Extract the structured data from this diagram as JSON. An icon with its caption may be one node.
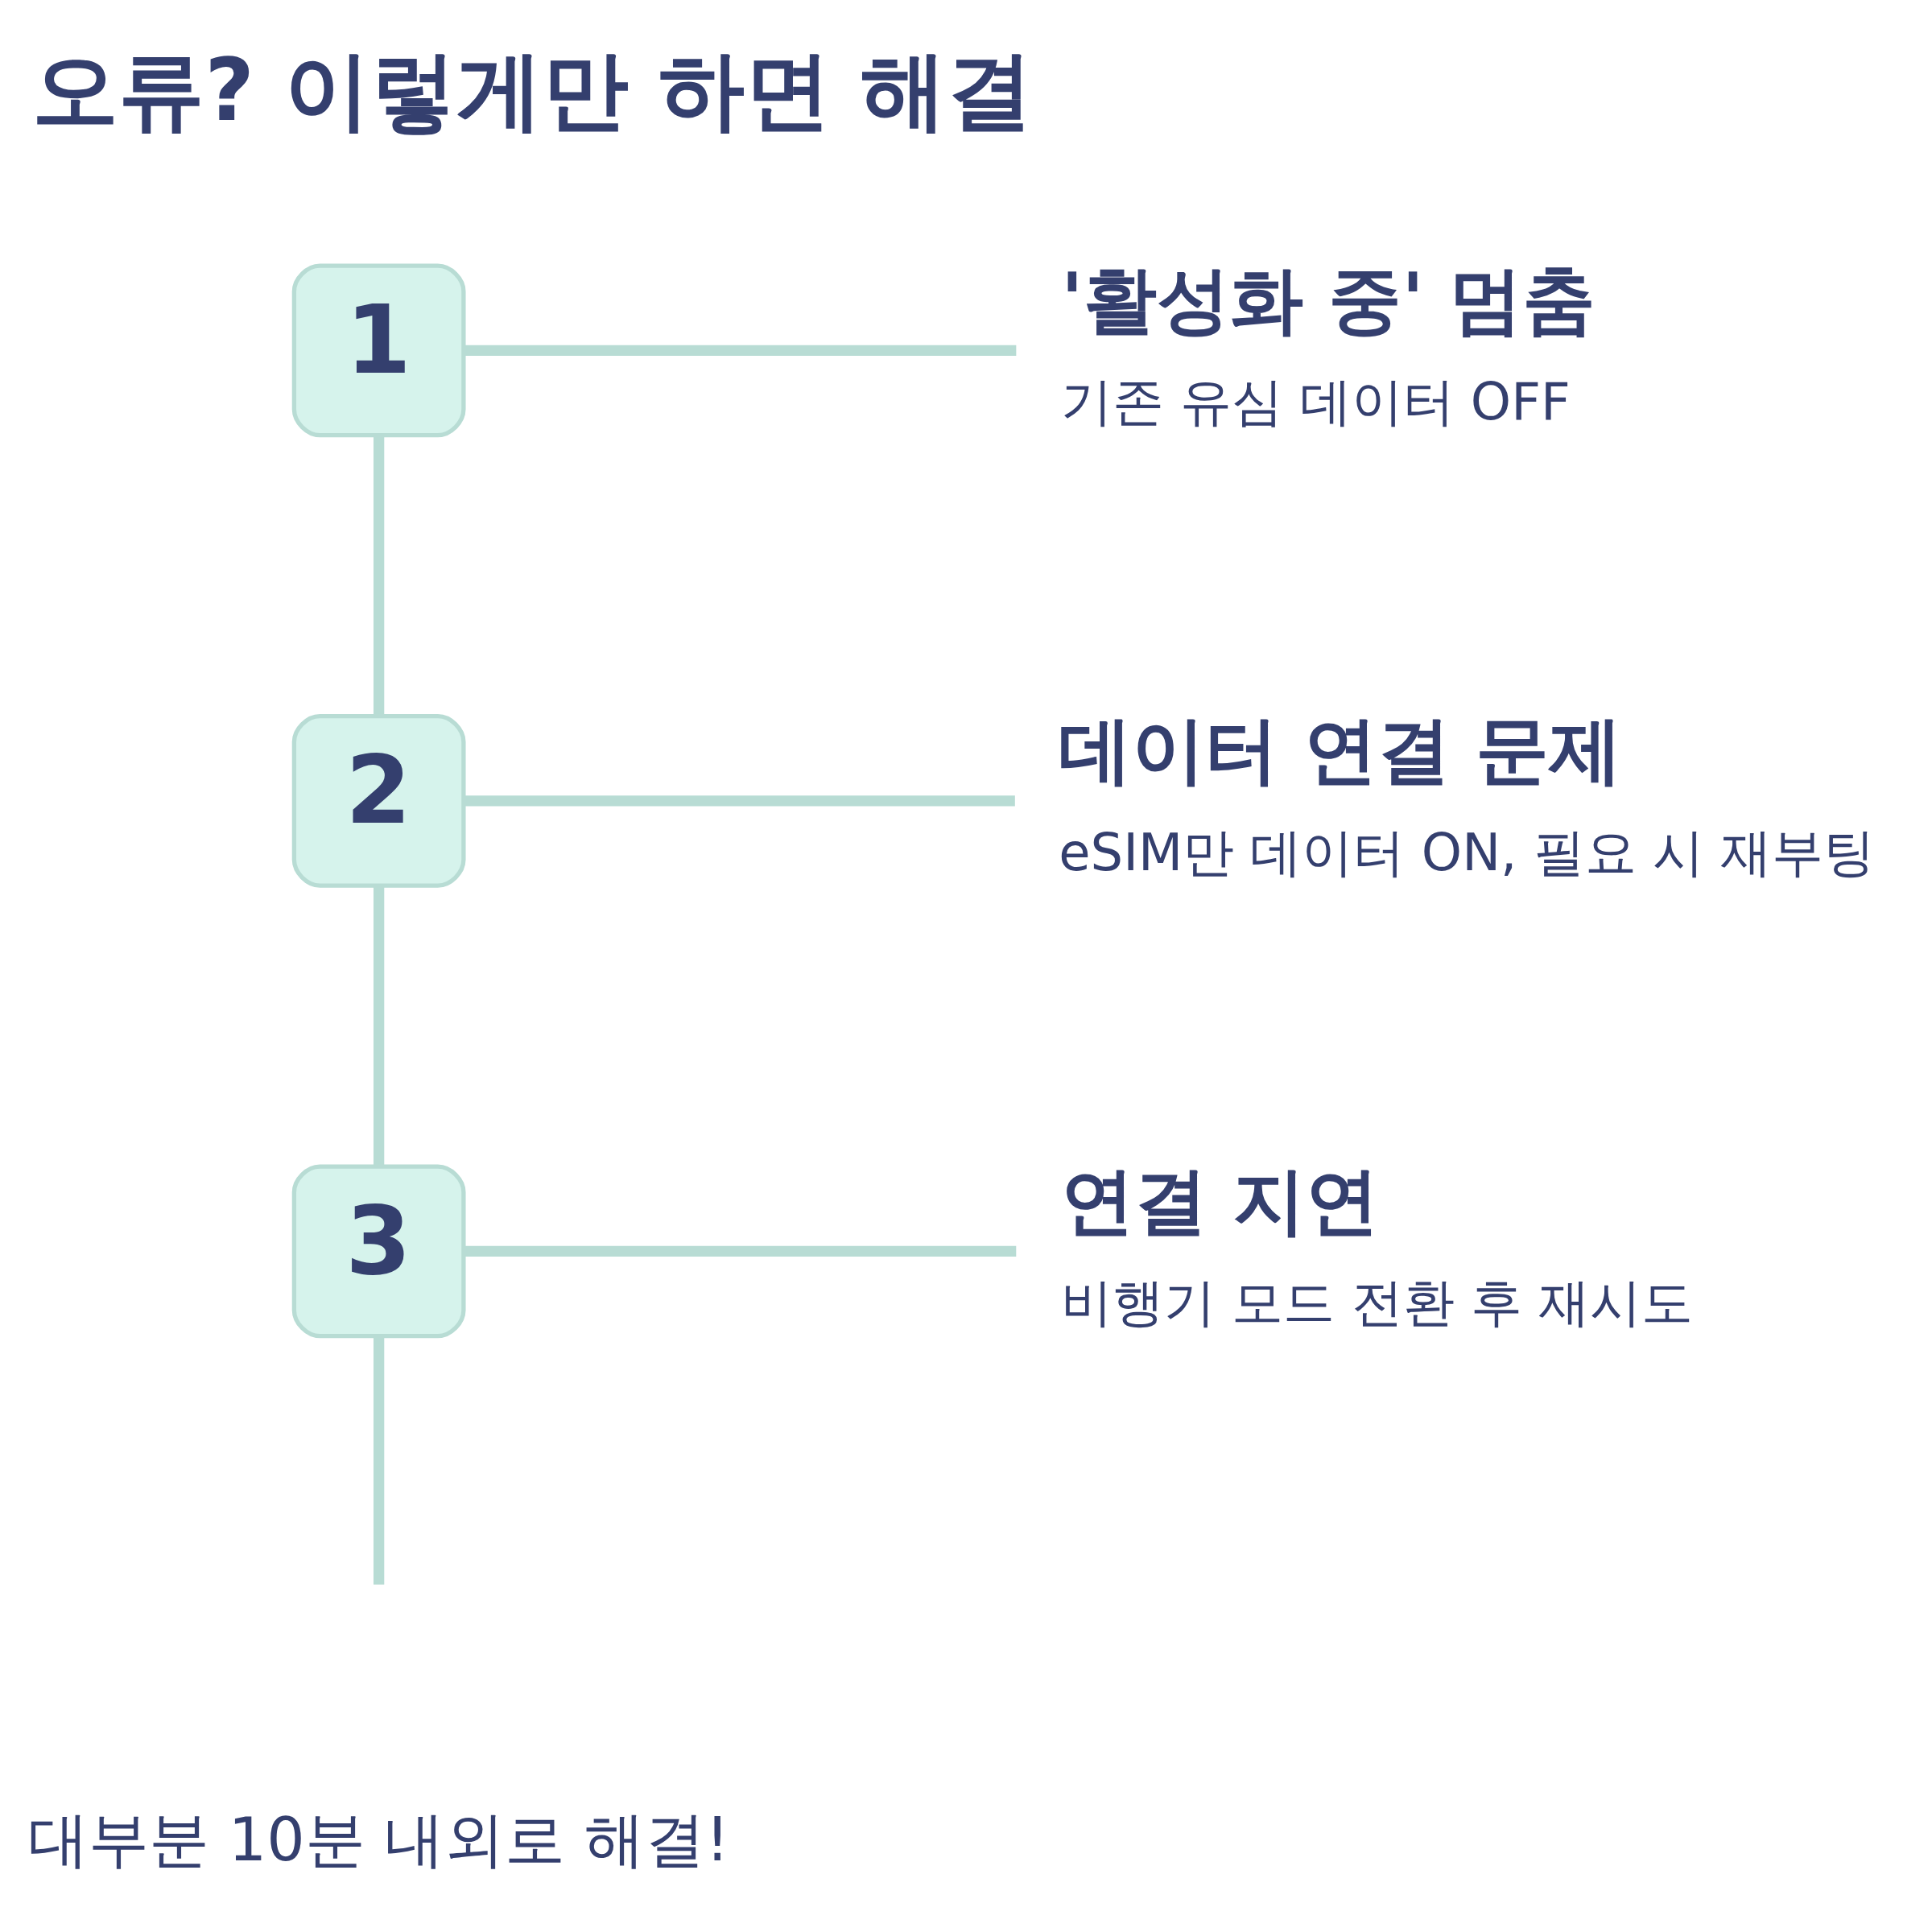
{
  "diagram": {
    "title": "오류? 이렇게만 하면 해결",
    "nodes": [
      {
        "text": [
          "1"
        ]
      },
      {
        "text": [
          "'활성화 중' 멈춤",
          "기존 유심 데이터 OFF"
        ]
      },
      {
        "text": [
          "2"
        ]
      },
      {
        "text": [
          "데이터 연결 문제",
          "eSIM만 데이터 ON, 필요 시 재부팅"
        ]
      },
      {
        "text": [
          "3"
        ]
      },
      {
        "text": [
          "연결 지연",
          "비행기 모드 전환 후 재시도"
        ]
      }
    ],
    "edges": [
      {
        "from": 0,
        "to": 1,
        "arrow": "none"
      },
      {
        "from": 0,
        "to": 2,
        "arrow": "none"
      },
      {
        "from": 2,
        "to": 3,
        "arrow": "none"
      },
      {
        "from": 2,
        "to": 4,
        "arrow": "none"
      },
      {
        "from": 4,
        "to": 5,
        "arrow": "none"
      },
      {
        "from": 4,
        "to": null,
        "arrow": "none"
      }
    ],
    "caption": "대부분 10분 내외로 해결!"
  }
}
